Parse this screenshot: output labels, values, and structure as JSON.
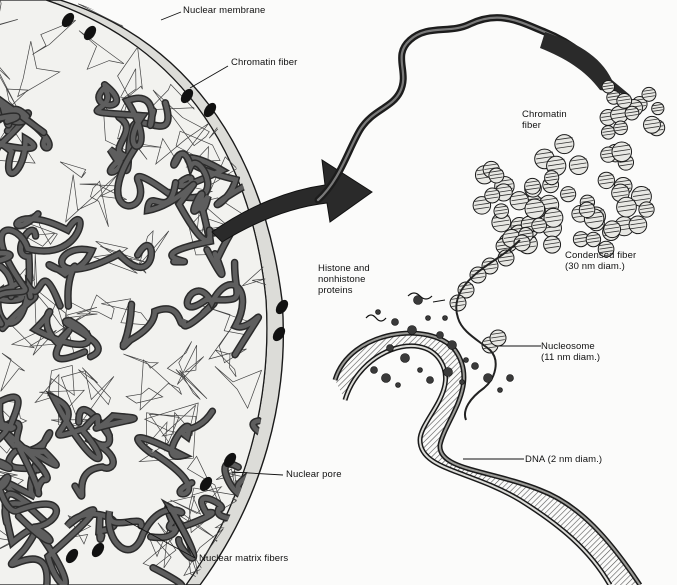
{
  "diagram": {
    "labels": {
      "nuclear_membrane": "Nuclear membrane",
      "chromatin_fiber": "Chromatin fiber",
      "chromatin_fiber_right_line1": "Chromatin",
      "chromatin_fiber_right_line2": "fiber",
      "histone_line1": "Histone and",
      "histone_line2": "nonhistone",
      "histone_line3": "proteins",
      "condensed_line1": "Condensed fiber",
      "condensed_line2": "(30 nm diam.)",
      "nucleosome_line1": "Nucleosome",
      "nucleosome_line2": "(11 nm diam.)",
      "dna": "DNA (2 nm diam.)",
      "nuclear_pore": "Nuclear pore",
      "nuclear_matrix_fibers": "Nuclear matrix fibers"
    },
    "colors": {
      "ink": "#1a1a1a",
      "fiber_fill": "#5e5e5e",
      "fiber_dark": "#2b2b2b",
      "membrane_fill": "#d9d9d6",
      "nucleus_bg": "#f2f2ef",
      "bead_fill": "#e8e8e4"
    }
  }
}
